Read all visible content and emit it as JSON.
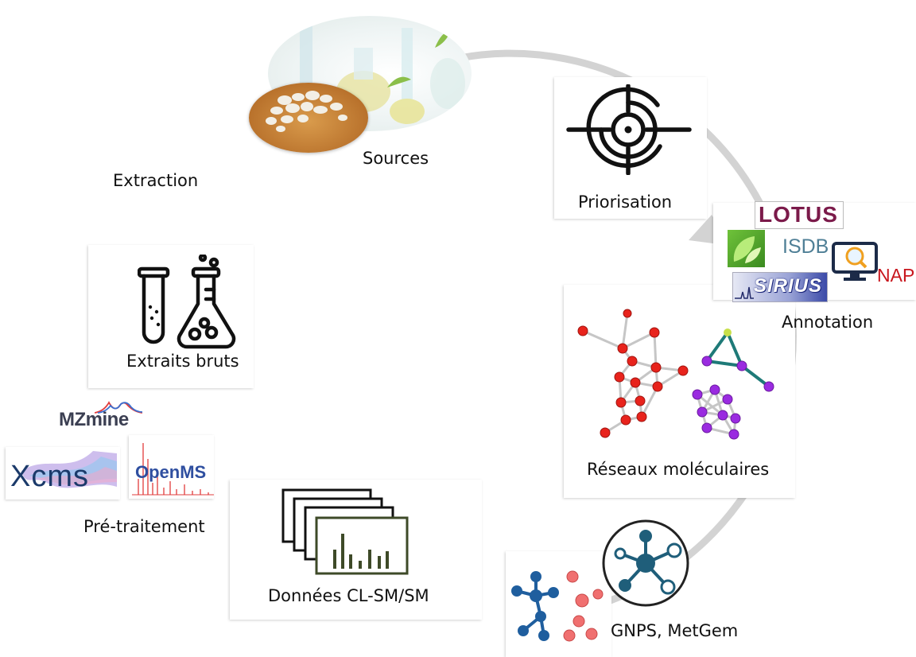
{
  "stages": {
    "sources": "Sources",
    "extraction": "Extraction",
    "extraits": "Extraits bruts",
    "pretraitement": "Pré-traitement",
    "donnees": "Données CL-SM/SM",
    "reseaux": "Réseaux moléculaires",
    "annotation": "Annotation",
    "priorisation": "Priorisation"
  },
  "tools": {
    "mzmine": "MZmine",
    "xcms": "Xcms",
    "openms": "OpenMS",
    "lotus": "LOTUS",
    "isdb": "ISDB",
    "nap": "NAP",
    "sirius": "SIRIUS",
    "gnps_metgem": "GNPS, MetGem"
  },
  "colors": {
    "cycle_arrow": "#d3d3d3",
    "network_red": "#e8231c",
    "network_purple": "#9a2be0",
    "network_teal": "#1e7a78",
    "lotus": "#7b1a4a",
    "isdb": "#4f7f96",
    "nap": "#c8161d",
    "sirius": "#22359a",
    "gnps_blue": "#1f5e9e",
    "metgem_salmon": "#f07070"
  }
}
